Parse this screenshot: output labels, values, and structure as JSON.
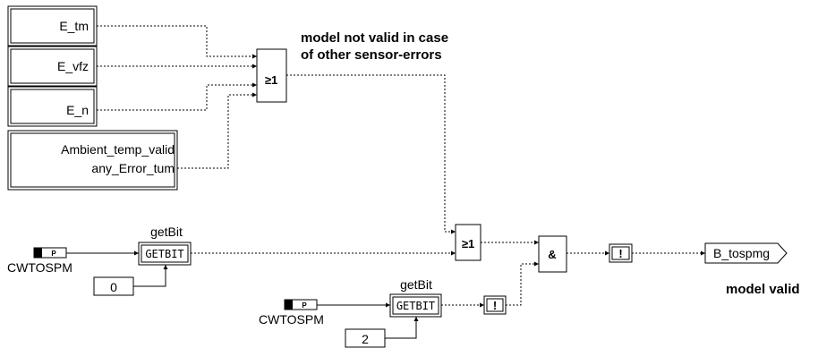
{
  "inputs": {
    "e_tm": "E_tm",
    "e_vfz": "E_vfz",
    "e_n": "E_n",
    "ambient_line1": "Ambient_temp_valid",
    "ambient_line2": "any_Error_tum"
  },
  "or_gate_label": "≥1",
  "annotation": {
    "line1": "model not valid in case",
    "line2": "of other sensor-errors"
  },
  "getbit_upper": {
    "title": "getBit",
    "block_label": "GETBIT",
    "param_label": "CWTOSPM",
    "param_badge": "P",
    "bit_index": "0"
  },
  "getbit_lower": {
    "title": "getBit",
    "block_label": "GETBIT",
    "param_label": "CWTOSPM",
    "param_badge": "P",
    "bit_index": "2"
  },
  "or_gate2_label": "≥1",
  "and_gate_label": "&",
  "not_label": "!",
  "output": {
    "name": "B_tospmg",
    "caption": "model valid"
  }
}
